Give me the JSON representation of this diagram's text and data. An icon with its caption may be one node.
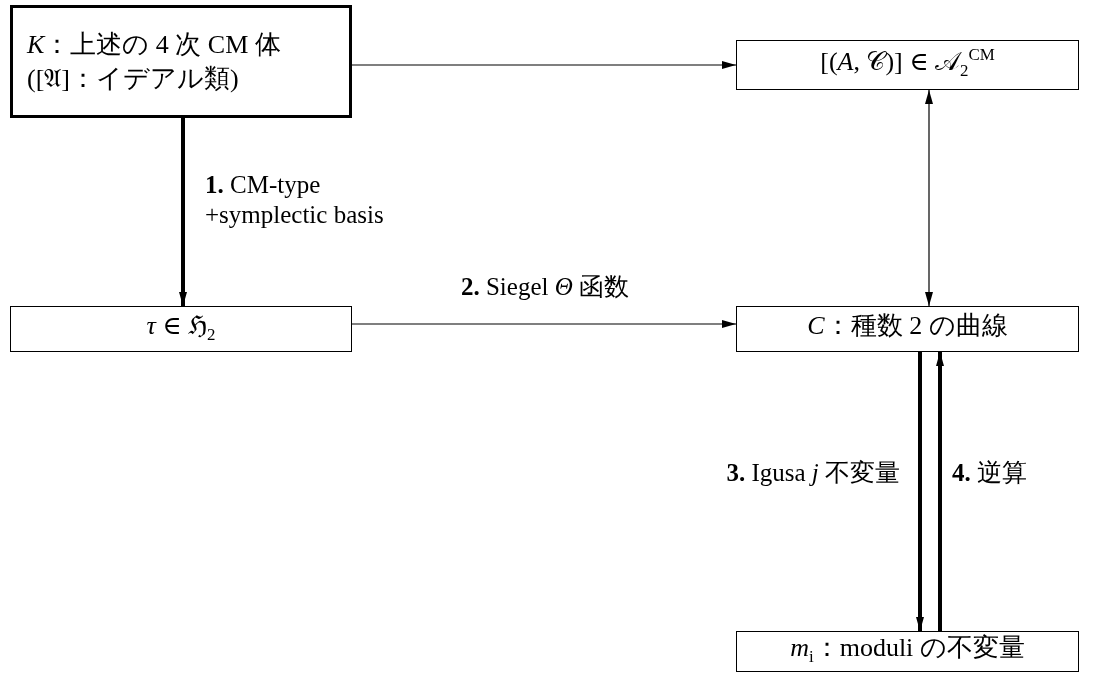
{
  "diagram": {
    "nodes": [
      {
        "text": [
          "*K*：上述の 4 次 CM 体",
          "([𝔄]：イデアル類)"
        ]
      },
      {
        "text": [
          "[(*A*, 𝒞)] ∈ 𝒜$_{2}$$^{CM}$"
        ]
      },
      {
        "text": [
          "*τ* ∈ ℌ$_{2}$"
        ]
      },
      {
        "text": [
          "*C*：種数 2 の曲線"
        ]
      },
      {
        "text": [
          "*m*$_{i}$：moduli の不変量"
        ]
      }
    ],
    "edges": [
      {
        "from": 0,
        "to": 1,
        "arrow": "to"
      },
      {
        "from": 0,
        "to": 2,
        "arrow": "to",
        "label": "**1.** CM-type +symplectic basis",
        "style": "thick"
      },
      {
        "from": 1,
        "to": 3,
        "arrow": "both"
      },
      {
        "from": 2,
        "to": 3,
        "arrow": "to",
        "label": "**2.** Siegel *Θ* 函数"
      },
      {
        "from": 3,
        "to": 4,
        "arrow": "to",
        "label": "**3.** Igusa *j* 不変量",
        "style": "thick"
      },
      {
        "from": 4,
        "to": 3,
        "arrow": "to",
        "label": "**4.** 逆算",
        "style": "thick"
      }
    ]
  }
}
